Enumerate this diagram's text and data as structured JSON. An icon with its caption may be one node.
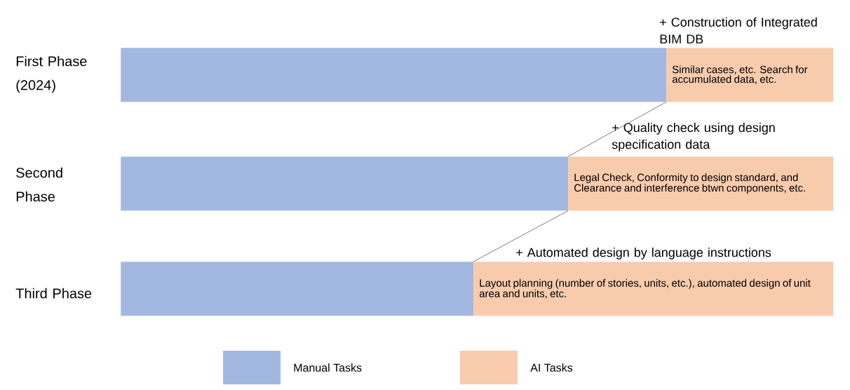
{
  "diagram": {
    "nodes": [
      {
        "text": [],
        "shape": "bar"
      },
      {
        "text": [
          "+ Construction of Integrated BIM DB",
          "Similar cases, etc. Search for accumulated data, etc."
        ]
      },
      {
        "text": [],
        "shape": "bar"
      },
      {
        "text": [
          "+ Quality check using design specification data",
          "Legal Check,  Conformity to design standard, and Clearance and interference btwn components, etc."
        ]
      },
      {
        "text": [],
        "shape": "bar"
      },
      {
        "text": [
          "+ Automated design by language instructions",
          "Layout planning (number of stories,  units, etc.), automated design of unit area and units, etc."
        ]
      }
    ],
    "edges": [
      {
        "from": 1,
        "to": 3,
        "arrow": "none"
      },
      {
        "from": 3,
        "to": 5,
        "arrow": "none"
      }
    ],
    "labels": [
      "First Phase (2024)",
      "Second Phase",
      "Third Phase"
    ],
    "legend": [
      {
        "text": "Manual Tasks",
        "color": "#a3b8e1"
      },
      {
        "text": "AI Tasks",
        "color": "#f8cbad"
      }
    ]
  }
}
